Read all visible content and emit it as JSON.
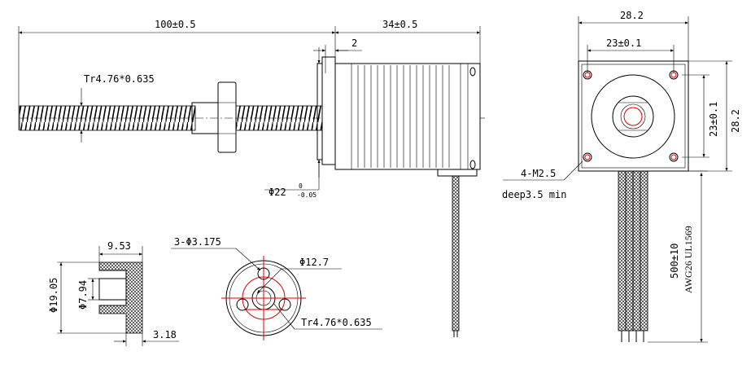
{
  "labels": {
    "leadscrew_length": "100±0.5",
    "motor_length": "34±0.5",
    "flange_thickness": "2",
    "thread_spec": "Tr4.76*0.635",
    "boss_diameter_main": "Φ22",
    "boss_tol_upper": "0",
    "boss_tol_lower": "-0.05",
    "face_width": "28.2",
    "hole_spacing_h": "23±0.1",
    "hole_spacing_v": "23±0.1",
    "face_height": "28.2",
    "mount_holes": "4-M2.5",
    "mount_depth": "deep3.5 min",
    "lead_length": "500±10",
    "wire_spec": "AWG26 UL1569",
    "nut_width": "9.53",
    "nut_outer_dia": "Φ19.05",
    "nut_inner_dia": "Φ7.94",
    "nut_flange": "3.18",
    "nut_holes": "3-Φ3.175",
    "nut_pcd": "Φ12.7",
    "nut_thread": "Tr4.76*0.635"
  },
  "colors": {
    "line": "#000000",
    "center": "#e00000"
  }
}
